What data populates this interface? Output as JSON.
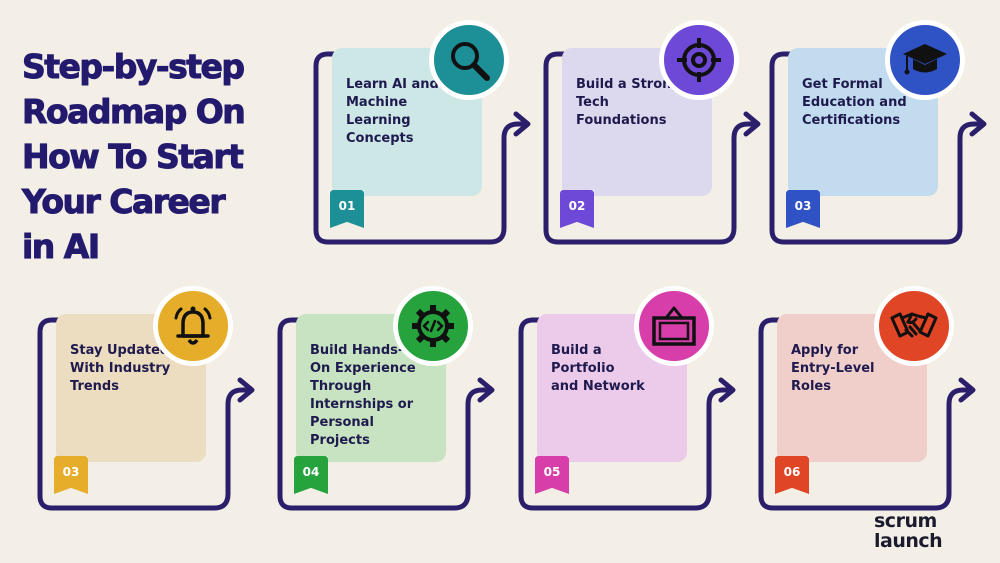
{
  "title": {
    "lines": [
      "Step-by-step",
      "Roadmap On",
      "How To Start",
      "Your Career",
      "in AI"
    ]
  },
  "colors": {
    "navy": "#2b1f6b",
    "background": "#f3efe6"
  },
  "steps": [
    {
      "number": "01",
      "text": "Learn AI and\nMachine\nLearning\nConcepts",
      "icon": "magnifier-icon",
      "card_color": "#cde7e7",
      "accent": "#1d8f97"
    },
    {
      "number": "02",
      "text": "Build a Strong\nTech\nFoundations",
      "icon": "target-icon",
      "card_color": "#dcd8ee",
      "accent": "#6e48d6"
    },
    {
      "number": "03",
      "text": "Get Formal\nEducation and\nCertifications",
      "icon": "graduation-cap-icon",
      "card_color": "#c2dbee",
      "accent": "#2f52c4"
    },
    {
      "number": "03",
      "text": "Stay Updated\nWith Industry\nTrends",
      "icon": "bell-icon",
      "card_color": "#ecdcc0",
      "accent": "#e5ad2a"
    },
    {
      "number": "04",
      "text": "Build Hands-\nOn Experience\nThrough\nInternships or\nPersonal\nProjects",
      "icon": "gear-code-icon",
      "card_color": "#c7e3c2",
      "accent": "#27a33d"
    },
    {
      "number": "05",
      "text": "Build a\nPortfolio\nand Network",
      "icon": "frame-icon",
      "card_color": "#ebcaea",
      "accent": "#d83eaa"
    },
    {
      "number": "06",
      "text": "Apply for\nEntry-Level\nRoles",
      "icon": "handshake-icon",
      "card_color": "#f0cfcb",
      "accent": "#e04526"
    }
  ],
  "logo": {
    "line1": "scrum",
    "line2": "launch"
  }
}
